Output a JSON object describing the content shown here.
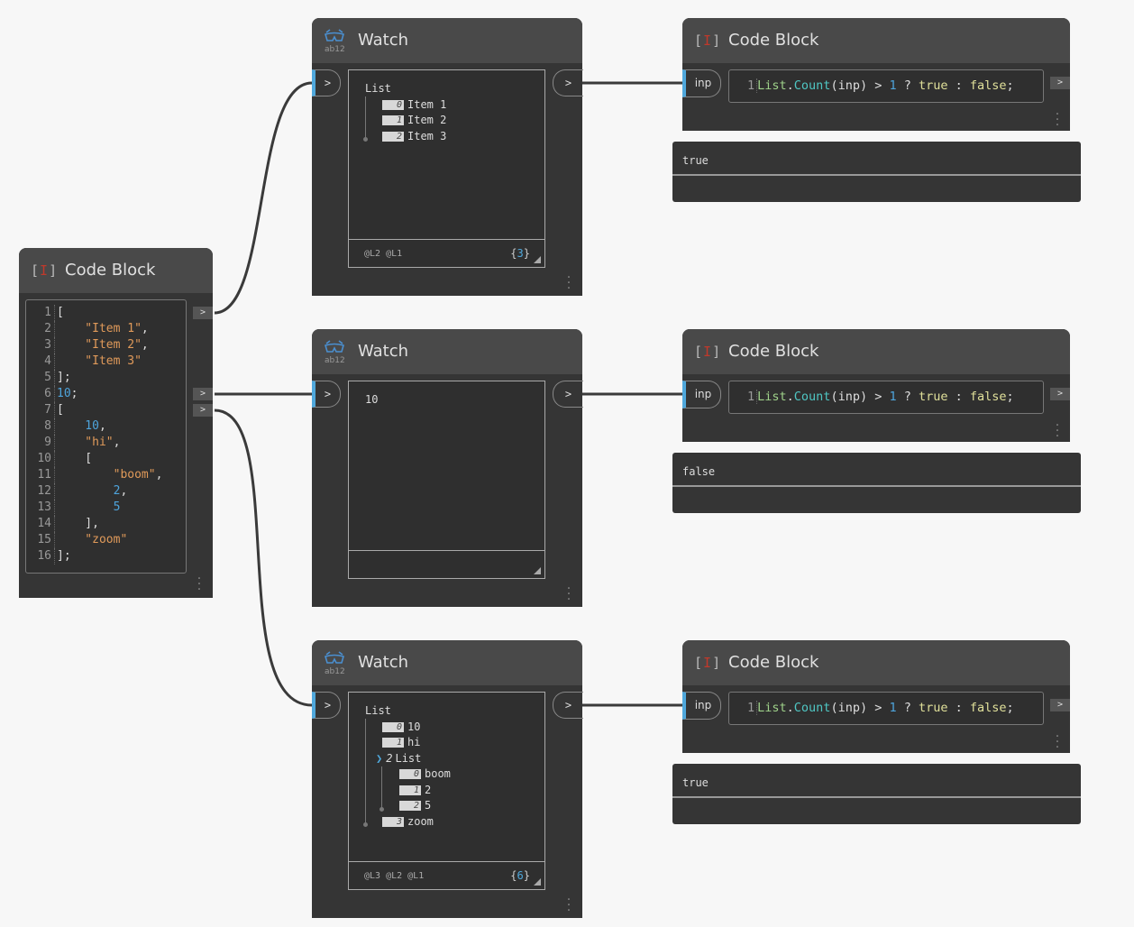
{
  "colors": {
    "wire": "#3a3a3a",
    "port_accent": "#4fa8dc",
    "node_bg": "#353535",
    "header_bg": "#494949",
    "canvas": "#f7f7f7"
  },
  "source_block": {
    "title": "Code Block",
    "icon": "code-block-icon",
    "output_label": ">",
    "lines": [
      [
        {
          "t": "[",
          "k": "punc"
        }
      ],
      [
        {
          "t": "    \"Item 1\"",
          "k": "str"
        },
        {
          "t": ",",
          "k": "punc"
        }
      ],
      [
        {
          "t": "    \"Item 2\"",
          "k": "str"
        },
        {
          "t": ",",
          "k": "punc"
        }
      ],
      [
        {
          "t": "    \"Item 3\"",
          "k": "str"
        }
      ],
      [
        {
          "t": "];",
          "k": "punc"
        }
      ],
      [
        {
          "t": "10",
          "k": "num"
        },
        {
          "t": ";",
          "k": "punc"
        }
      ],
      [
        {
          "t": "[",
          "k": "punc"
        }
      ],
      [
        {
          "t": "    10",
          "k": "num"
        },
        {
          "t": ",",
          "k": "punc"
        }
      ],
      [
        {
          "t": "    \"hi\"",
          "k": "str"
        },
        {
          "t": ",",
          "k": "punc"
        }
      ],
      [
        {
          "t": "    [",
          "k": "punc"
        }
      ],
      [
        {
          "t": "        \"boom\"",
          "k": "str"
        },
        {
          "t": ",",
          "k": "punc"
        }
      ],
      [
        {
          "t": "        2",
          "k": "num"
        },
        {
          "t": ",",
          "k": "punc"
        }
      ],
      [
        {
          "t": "        5",
          "k": "num"
        }
      ],
      [
        {
          "t": "    ],",
          "k": "punc"
        }
      ],
      [
        {
          "t": "    \"zoom\"",
          "k": "str"
        }
      ],
      [
        {
          "t": "];",
          "k": "punc"
        }
      ]
    ]
  },
  "watch_nodes": [
    {
      "title": "Watch",
      "in": ">",
      "out": ">",
      "levels": "@L2 @L1",
      "count_open": "{",
      "count": "3",
      "count_close": "}",
      "rows": [
        {
          "indent": 0,
          "text": "List"
        },
        {
          "indent": 1,
          "idx": "0",
          "text": "Item 1"
        },
        {
          "indent": 1,
          "idx": "1",
          "text": "Item 2"
        },
        {
          "indent": 1,
          "idx": "2",
          "text": "Item 3"
        }
      ]
    },
    {
      "title": "Watch",
      "in": ">",
      "out": ">",
      "levels": "",
      "count_open": "",
      "count": "",
      "count_close": "",
      "rows": [
        {
          "indent": 0,
          "text": "10"
        }
      ]
    },
    {
      "title": "Watch",
      "in": ">",
      "out": ">",
      "levels": "@L3 @L2 @L1",
      "count_open": "{",
      "count": "6",
      "count_close": "}",
      "rows": [
        {
          "indent": 0,
          "text": "List"
        },
        {
          "indent": 1,
          "idx": "0",
          "text": "10"
        },
        {
          "indent": 1,
          "idx": "1",
          "text": "hi"
        },
        {
          "indent": 1,
          "sub": "2",
          "text": "List"
        },
        {
          "indent": 2,
          "idx": "0",
          "text": "boom"
        },
        {
          "indent": 2,
          "idx": "1",
          "text": "2"
        },
        {
          "indent": 2,
          "idx": "2",
          "text": "5"
        },
        {
          "indent": 1,
          "idx": "3",
          "text": "zoom"
        }
      ]
    }
  ],
  "test_blocks": [
    {
      "title": "Code Block",
      "input": "inp",
      "line_no": "1",
      "out": ">",
      "result": "true"
    },
    {
      "title": "Code Block",
      "input": "inp",
      "line_no": "1",
      "out": ">",
      "result": "false"
    },
    {
      "title": "Code Block",
      "input": "inp",
      "line_no": "1",
      "out": ">",
      "result": "true"
    }
  ],
  "test_code": [
    {
      "t": "List",
      "k": "cls"
    },
    {
      "t": ".",
      "k": "punc"
    },
    {
      "t": "Count",
      "k": "fn"
    },
    {
      "t": "(inp) > ",
      "k": "punc"
    },
    {
      "t": "1",
      "k": "num"
    },
    {
      "t": " ? ",
      "k": "punc"
    },
    {
      "t": "true",
      "k": "kw"
    },
    {
      "t": " : ",
      "k": "punc"
    },
    {
      "t": "false",
      "k": "kw"
    },
    {
      "t": ";",
      "k": "punc"
    }
  ]
}
